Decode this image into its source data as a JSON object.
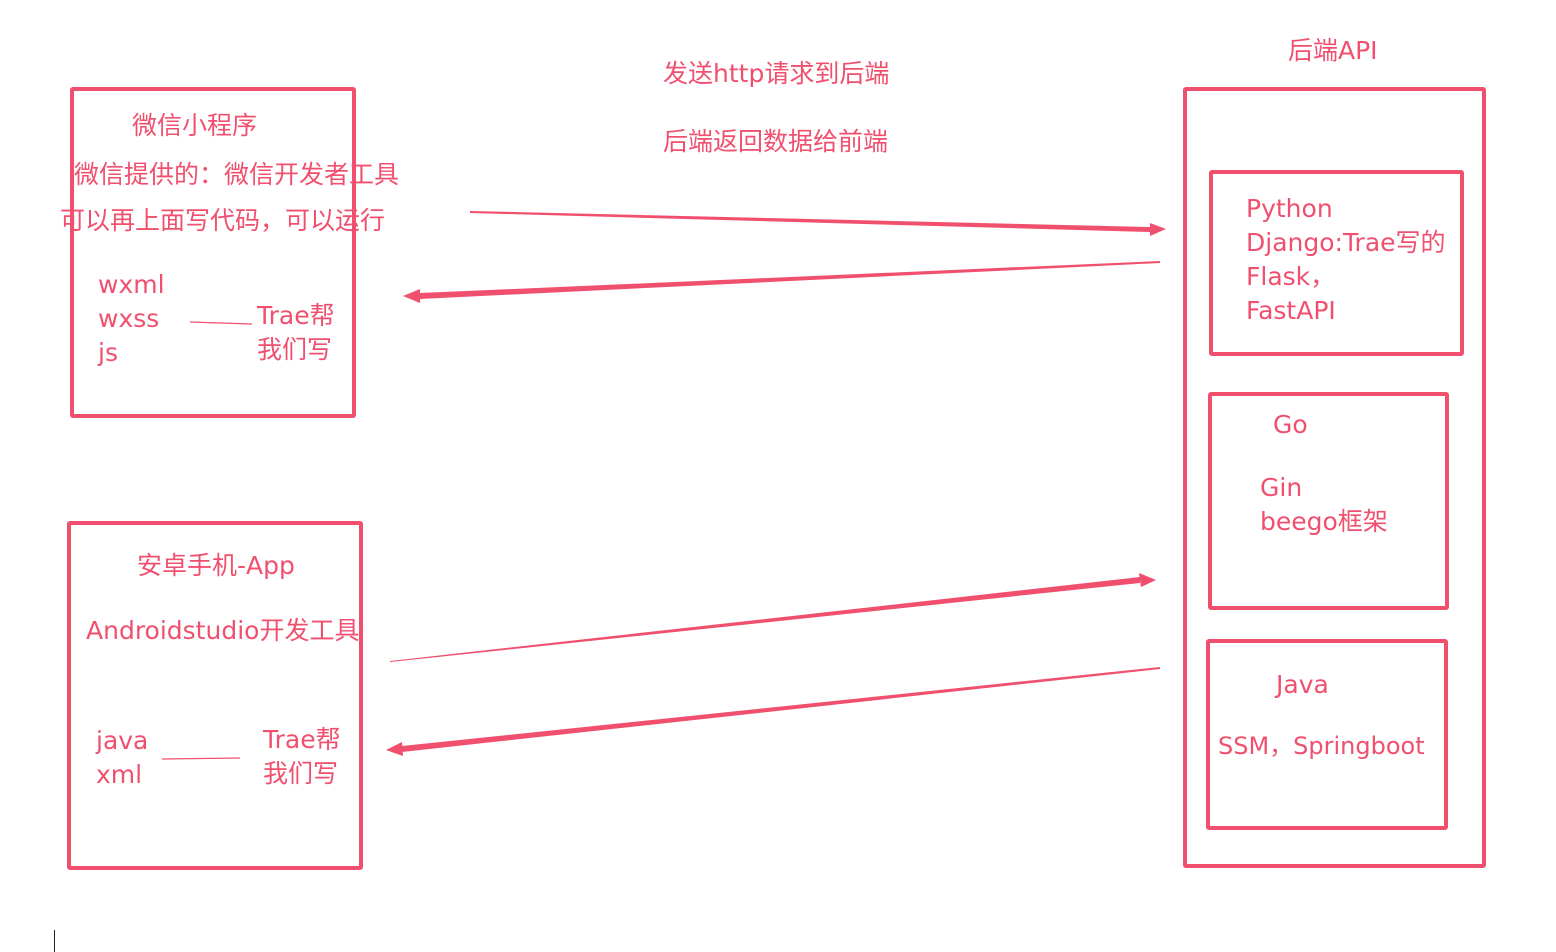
{
  "colors": {
    "accent": "#f0506e"
  },
  "center": {
    "request_label": "发送http请求到后端",
    "response_label": "后端返回数据给前端"
  },
  "miniprogram": {
    "title": "微信小程序",
    "tool_line": "微信提供的：微信开发者工具",
    "code_line": "可以再上面写代码，可以运行",
    "files": [
      "wxml",
      "wxss",
      "js"
    ],
    "trae_line1": "Trae帮",
    "trae_line2": "我们写"
  },
  "android": {
    "title": "安卓手机-App",
    "tool_line": "Androidstudio开发工具",
    "files": [
      "java",
      "xml"
    ],
    "trae_line1": "Trae帮",
    "trae_line2": "我们写"
  },
  "backend": {
    "title": "后端API",
    "python": {
      "lines": [
        "Python",
        "Django:Trae写的",
        "Flask，",
        "FastAPI"
      ]
    },
    "go": {
      "title": "Go",
      "lines": [
        "Gin",
        "beego框架"
      ]
    },
    "java": {
      "title": "Java",
      "frameworks": "SSM，Springboot"
    }
  }
}
